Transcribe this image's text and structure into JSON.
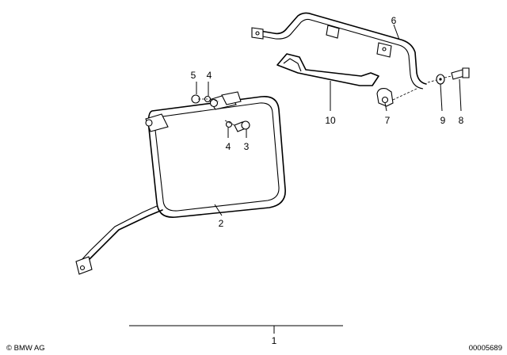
{
  "labels": {
    "p1": "1",
    "p2": "2",
    "p3": "3",
    "p4a": "4",
    "p4b": "4",
    "p5": "5",
    "p6": "6",
    "p7": "7",
    "p8": "8",
    "p9": "9",
    "p10": "10"
  },
  "footer": {
    "copyright": "© BMW AG",
    "doc_number": "00005689"
  }
}
